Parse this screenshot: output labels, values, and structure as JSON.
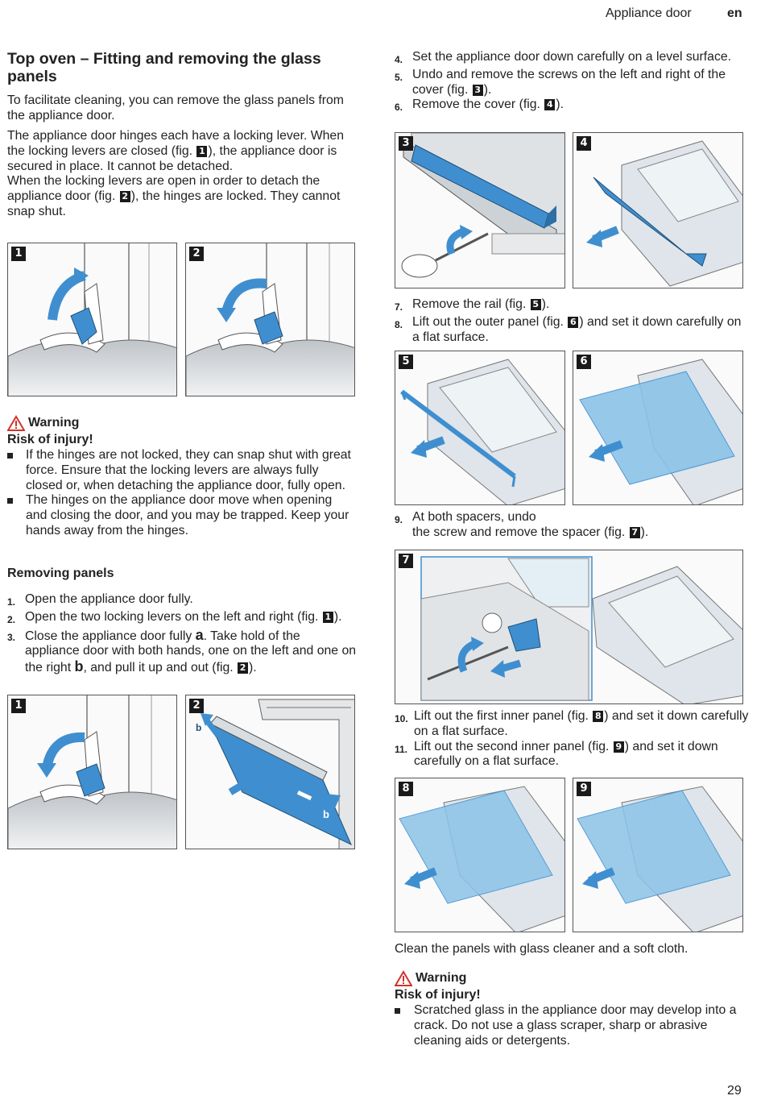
{
  "header": {
    "section": "Appliance door",
    "lang": "en"
  },
  "left": {
    "title": "Top oven – Fitting and removing the glass panels",
    "intro": "To facilitate cleaning, you can remove the glass panels from the appliance door.",
    "p2a": "The appliance door hinges each have a locking lever. When the locking levers are closed (fig. ",
    "p2b": "), the appliance door is secured in place. It cannot be detached.",
    "p3a": "When the locking levers are open in order to detach the appliance door (fig. ",
    "p3b": "), the hinges are locked. They cannot snap shut.",
    "warning_label": "Warning",
    "warning_risk": "Risk of injury!",
    "warning_items": [
      "If the hinges are not locked, they can snap shut with great force. Ensure that the locking levers are always fully closed or, when detaching the appliance door, fully open.",
      "The hinges on the appliance door move when opening and closing the door, and you may be trapped. Keep your hands away from the hinges."
    ],
    "removing_heading": "Removing panels",
    "steps": {
      "s1": "Open the appliance door fully.",
      "s2a": "Open the two locking levers on the left and right (fig. ",
      "s2b": ").",
      "s3a": "Close the appliance door fully ",
      "s3b": ". Take hold of the appliance door with both hands, one on the left and one on the right ",
      "s3c": ", and pull it up and out (fig. ",
      "s3d": ")."
    },
    "letters": {
      "a": "a",
      "b": "b"
    }
  },
  "right": {
    "s4": "Set the appliance door down carefully on a level surface.",
    "s5a": "Undo and remove the screws on the left and right of the cover (fig. ",
    "s5b": ").",
    "s6a": "Remove the cover (fig. ",
    "s6b": ").",
    "s7a": "Remove the rail (fig. ",
    "s7b": ").",
    "s8a": "Lift out the outer panel (fig. ",
    "s8b": ") and set it down carefully on a flat surface.",
    "s9a": "At both spacers, undo",
    "s9b": "the screw and remove the spacer (fig. ",
    "s9c": ").",
    "s10a": "Lift out the first inner panel (fig. ",
    "s10b": ") and set it down carefully on a flat surface.",
    "s11a": "Lift out the second inner panel (fig. ",
    "s11b": ") and set it down carefully on a flat surface.",
    "clean": "Clean the panels with glass cleaner and a soft cloth.",
    "warning_label": "Warning",
    "warning_risk": "Risk of injury!",
    "warning_item": "Scratched glass in the appliance door may develop into a crack. Do not use a glass scraper, sharp or abrasive cleaning aids or detergents."
  },
  "step_numbers": [
    "1.",
    "2.",
    "3.",
    "4.",
    "5.",
    "6.",
    "7.",
    "8.",
    "9.",
    "10.",
    "11."
  ],
  "fig_labels": [
    "1",
    "2",
    "3",
    "4",
    "5",
    "6",
    "7",
    "8",
    "9"
  ],
  "page_number": "29",
  "colors": {
    "accent_blue": "#3f8fd0",
    "warning_red": "#d1342b"
  }
}
